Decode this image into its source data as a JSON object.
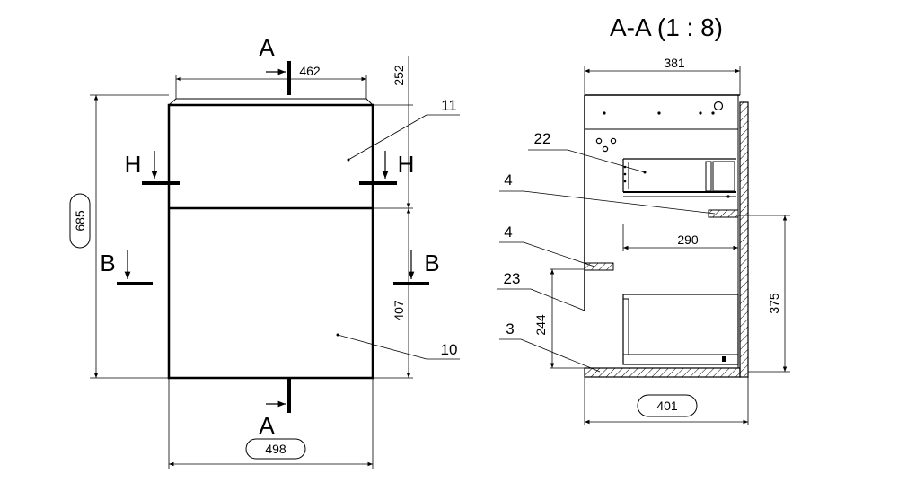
{
  "section_title": "A-A (1 : 8)",
  "front_view": {
    "cut_a_top": "A",
    "cut_a_bottom": "A",
    "cut_h_left": "H",
    "cut_h_right": "H",
    "cut_b_left": "B",
    "cut_b_right": "B",
    "dim_top_width": "462",
    "dim_top_height": "252",
    "dim_total_height": "685",
    "dim_lower_height": "407",
    "dim_total_width": "498",
    "callout_upper": "11",
    "callout_lower": "10"
  },
  "section_view": {
    "dim_top_width": "381",
    "dim_shelf_width": "290",
    "dim_right_height": "375",
    "dim_left_height": "244",
    "dim_bottom_width": "401",
    "callout_box": "22",
    "callout_shelf_upper": "4",
    "callout_shelf_lower": "4",
    "callout_front": "23",
    "callout_bottom": "3"
  }
}
